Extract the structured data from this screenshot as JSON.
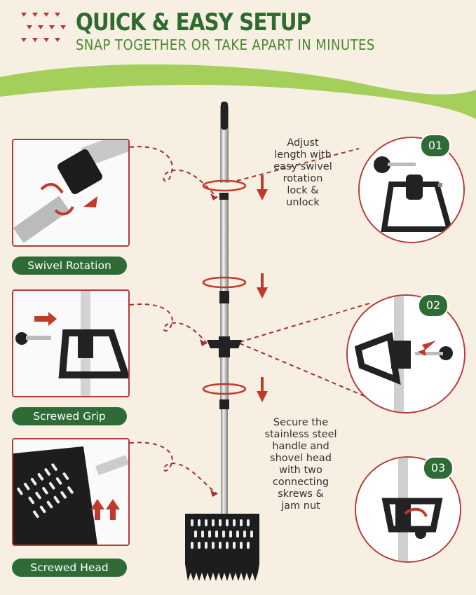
{
  "header": {
    "title": "QUICK & EASY SETUP",
    "subtitle": "SNAP TOGETHER OR TAKE APART IN MINUTES"
  },
  "notes": {
    "top": [
      "Adjust",
      "length with",
      "easy swivel",
      "rotation",
      "lock &",
      "unlock"
    ],
    "bottom": [
      "Secure the",
      "stainless steel",
      "handle and",
      "shovel head",
      "with two",
      "connecting",
      "skrews &",
      "jam nut"
    ]
  },
  "features": [
    {
      "label": "Swivel Rotation"
    },
    {
      "label": "Screwed Grip"
    },
    {
      "label": "Screwed Head"
    }
  ],
  "steps": [
    {
      "number": "01"
    },
    {
      "number": "02"
    },
    {
      "number": "03"
    }
  ],
  "colors": {
    "background": "#f6efe2",
    "accent_green": "#2f6b37",
    "accent_red": "#b63a3a",
    "wave_green": "#8cc63f"
  }
}
